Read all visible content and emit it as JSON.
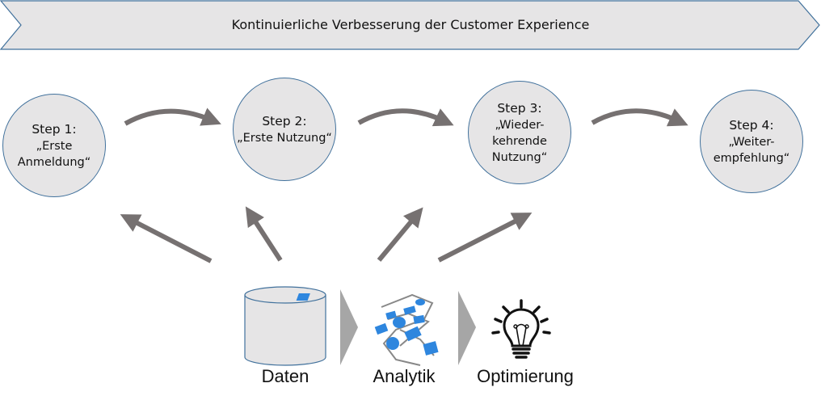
{
  "banner": {
    "text": "Kontinuierliche Verbesserung der Customer Experience"
  },
  "steps": [
    {
      "title": "Step 1:",
      "subtitle": "„Erste\nAnmeldung“"
    },
    {
      "title": "Step 2:",
      "subtitle": "„Erste Nutzung“"
    },
    {
      "title": "Step 3:",
      "subtitle": "„Wieder-\nkehrende\nNutzung“"
    },
    {
      "title": "Step 4:",
      "subtitle": "„Weiter-\nempfehlung“"
    }
  ],
  "pipeline": [
    {
      "label": "Daten",
      "icon": "database-icon"
    },
    {
      "label": "Analytik",
      "icon": "flowchart-icon"
    },
    {
      "label": "Optimierung",
      "icon": "lightbulb-icon"
    }
  ],
  "colors": {
    "banner_fill": "#e6e5e6",
    "banner_stroke": "#41719c",
    "arrow": "#767171",
    "chevron": "#a6a6a6",
    "accent_blue": "#2e86de"
  }
}
